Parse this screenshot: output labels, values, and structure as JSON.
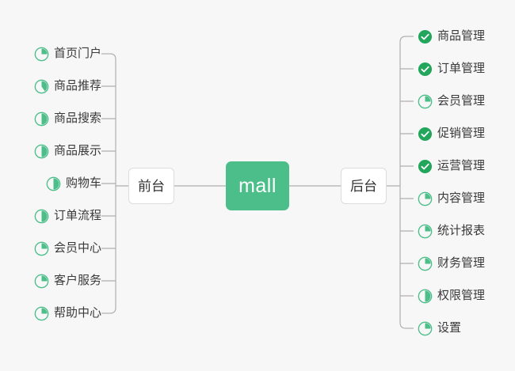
{
  "diagram": {
    "type": "mindmap",
    "background_color": "#f7f7f7",
    "accent_color": "#4cbe8a",
    "line_color": "#b0b0b0",
    "root": {
      "label": "mall",
      "fill_color": "#4cbe8a",
      "text_color": "#ffffff"
    },
    "branches": [
      {
        "id": "frontend",
        "label": "前台",
        "side": "left",
        "items": [
          {
            "label": "首页门户",
            "icon": "pie-progress-icon",
            "progress": 25
          },
          {
            "label": "商品推荐",
            "icon": "pie-progress-icon",
            "progress": 40
          },
          {
            "label": "商品搜索",
            "icon": "pie-progress-icon",
            "progress": 50
          },
          {
            "label": "商品展示",
            "icon": "pie-progress-icon",
            "progress": 50
          },
          {
            "label": "购物车",
            "icon": "pie-progress-icon",
            "progress": 50
          },
          {
            "label": "订单流程",
            "icon": "pie-progress-icon",
            "progress": 50
          },
          {
            "label": "会员中心",
            "icon": "pie-progress-icon",
            "progress": 25
          },
          {
            "label": "客户服务",
            "icon": "pie-progress-icon",
            "progress": 25
          },
          {
            "label": "帮助中心",
            "icon": "pie-progress-icon",
            "progress": 25
          }
        ]
      },
      {
        "id": "backend",
        "label": "后台",
        "side": "right",
        "items": [
          {
            "label": "商品管理",
            "icon": "check-circle-icon",
            "progress": 100
          },
          {
            "label": "订单管理",
            "icon": "check-circle-icon",
            "progress": 100
          },
          {
            "label": "会员管理",
            "icon": "pie-progress-icon",
            "progress": 25
          },
          {
            "label": "促销管理",
            "icon": "check-circle-icon",
            "progress": 100
          },
          {
            "label": "运营管理",
            "icon": "check-circle-icon",
            "progress": 100
          },
          {
            "label": "内容管理",
            "icon": "pie-progress-icon",
            "progress": 25
          },
          {
            "label": "统计报表",
            "icon": "pie-progress-icon",
            "progress": 25
          },
          {
            "label": "财务管理",
            "icon": "pie-progress-icon",
            "progress": 25
          },
          {
            "label": "权限管理",
            "icon": "pie-progress-icon",
            "progress": 50
          },
          {
            "label": "设置",
            "icon": "pie-progress-icon",
            "progress": 25
          }
        ]
      }
    ]
  }
}
